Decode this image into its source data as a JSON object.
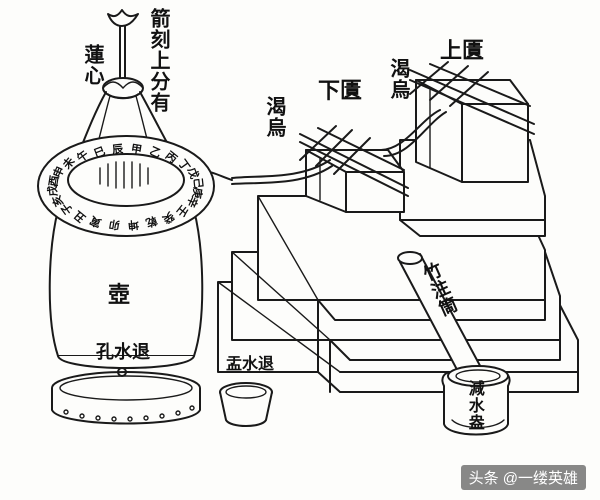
{
  "labels": {
    "arrow_top": "箭刻上分有",
    "lotus_heart": "蓮心",
    "upper_tank": "上匱",
    "upper_siphon": "渴烏",
    "lower_tank": "下匱",
    "lower_siphon": "渴烏",
    "pot": "壺",
    "pot_drain": "孔水退",
    "drain_cup": "盂水退",
    "bamboo_tube": "竹注筒",
    "overflow_jar": "減水盎"
  },
  "dial": {
    "characters": [
      "卯",
      "寅",
      "丑",
      "子",
      "亥",
      "戌",
      "酉",
      "申",
      "未",
      "午",
      "巳",
      "辰",
      "甲",
      "乙",
      "丙",
      "丁",
      "戊",
      "己",
      "庚",
      "辛",
      "壬",
      "癸",
      "乾",
      "坤"
    ]
  },
  "watermark": "头条 @一缕英雄"
}
